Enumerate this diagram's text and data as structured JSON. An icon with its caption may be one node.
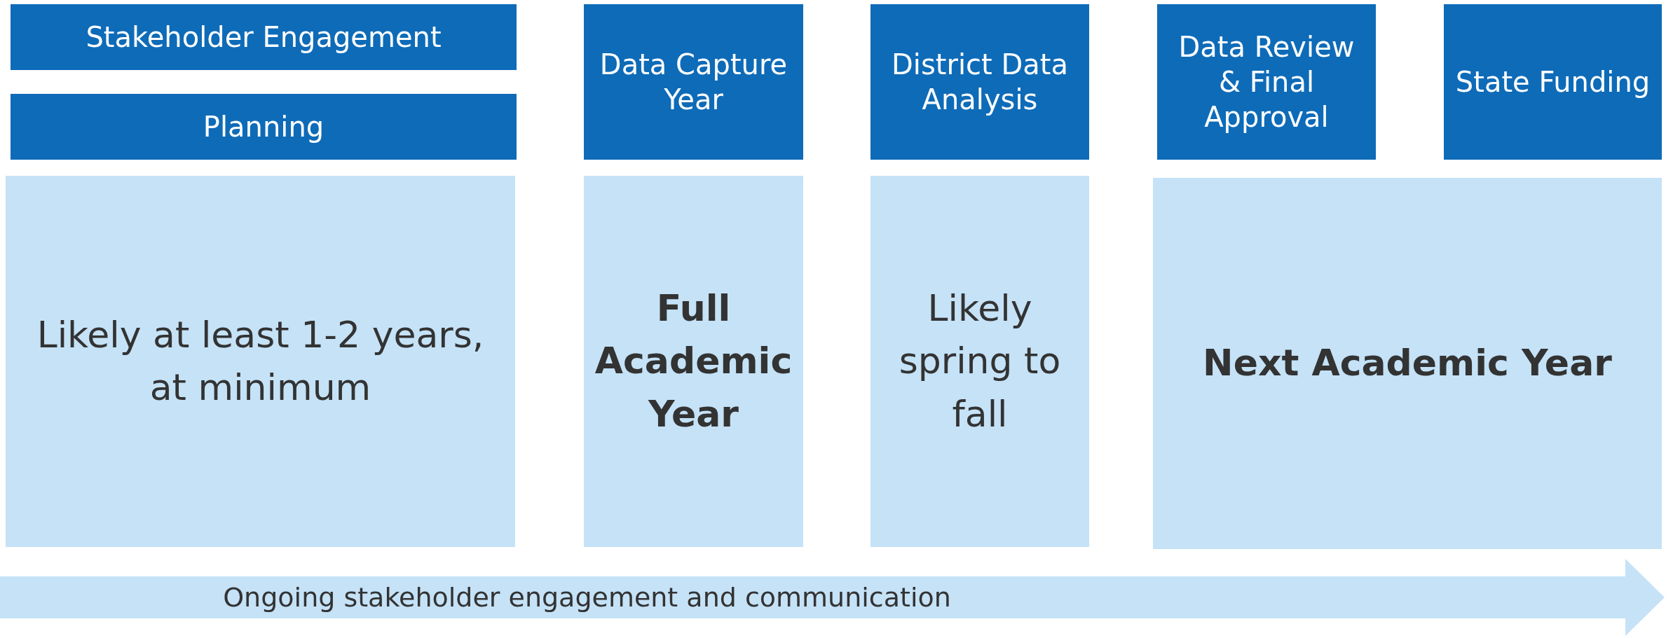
{
  "diagram": {
    "nodes": [
      {
        "text": [
          "Stakeholder Engagement"
        ]
      },
      {
        "text": [
          "Planning"
        ]
      },
      {
        "text": [
          "Data Capture Year"
        ]
      },
      {
        "text": [
          "District Data Analysis"
        ]
      },
      {
        "text": [
          "Data Review & Final Approval"
        ]
      },
      {
        "text": [
          "State Funding"
        ]
      },
      {
        "text": [
          "Likely at least 1-2 years, at minimum"
        ]
      },
      {
        "text": [
          "Full Academic Year"
        ]
      },
      {
        "text": [
          "Likely spring to fall"
        ]
      },
      {
        "text": [
          "Next Academic Year"
        ]
      },
      {
        "text": [
          "Ongoing stakeholder engagement and communication"
        ]
      }
    ]
  }
}
